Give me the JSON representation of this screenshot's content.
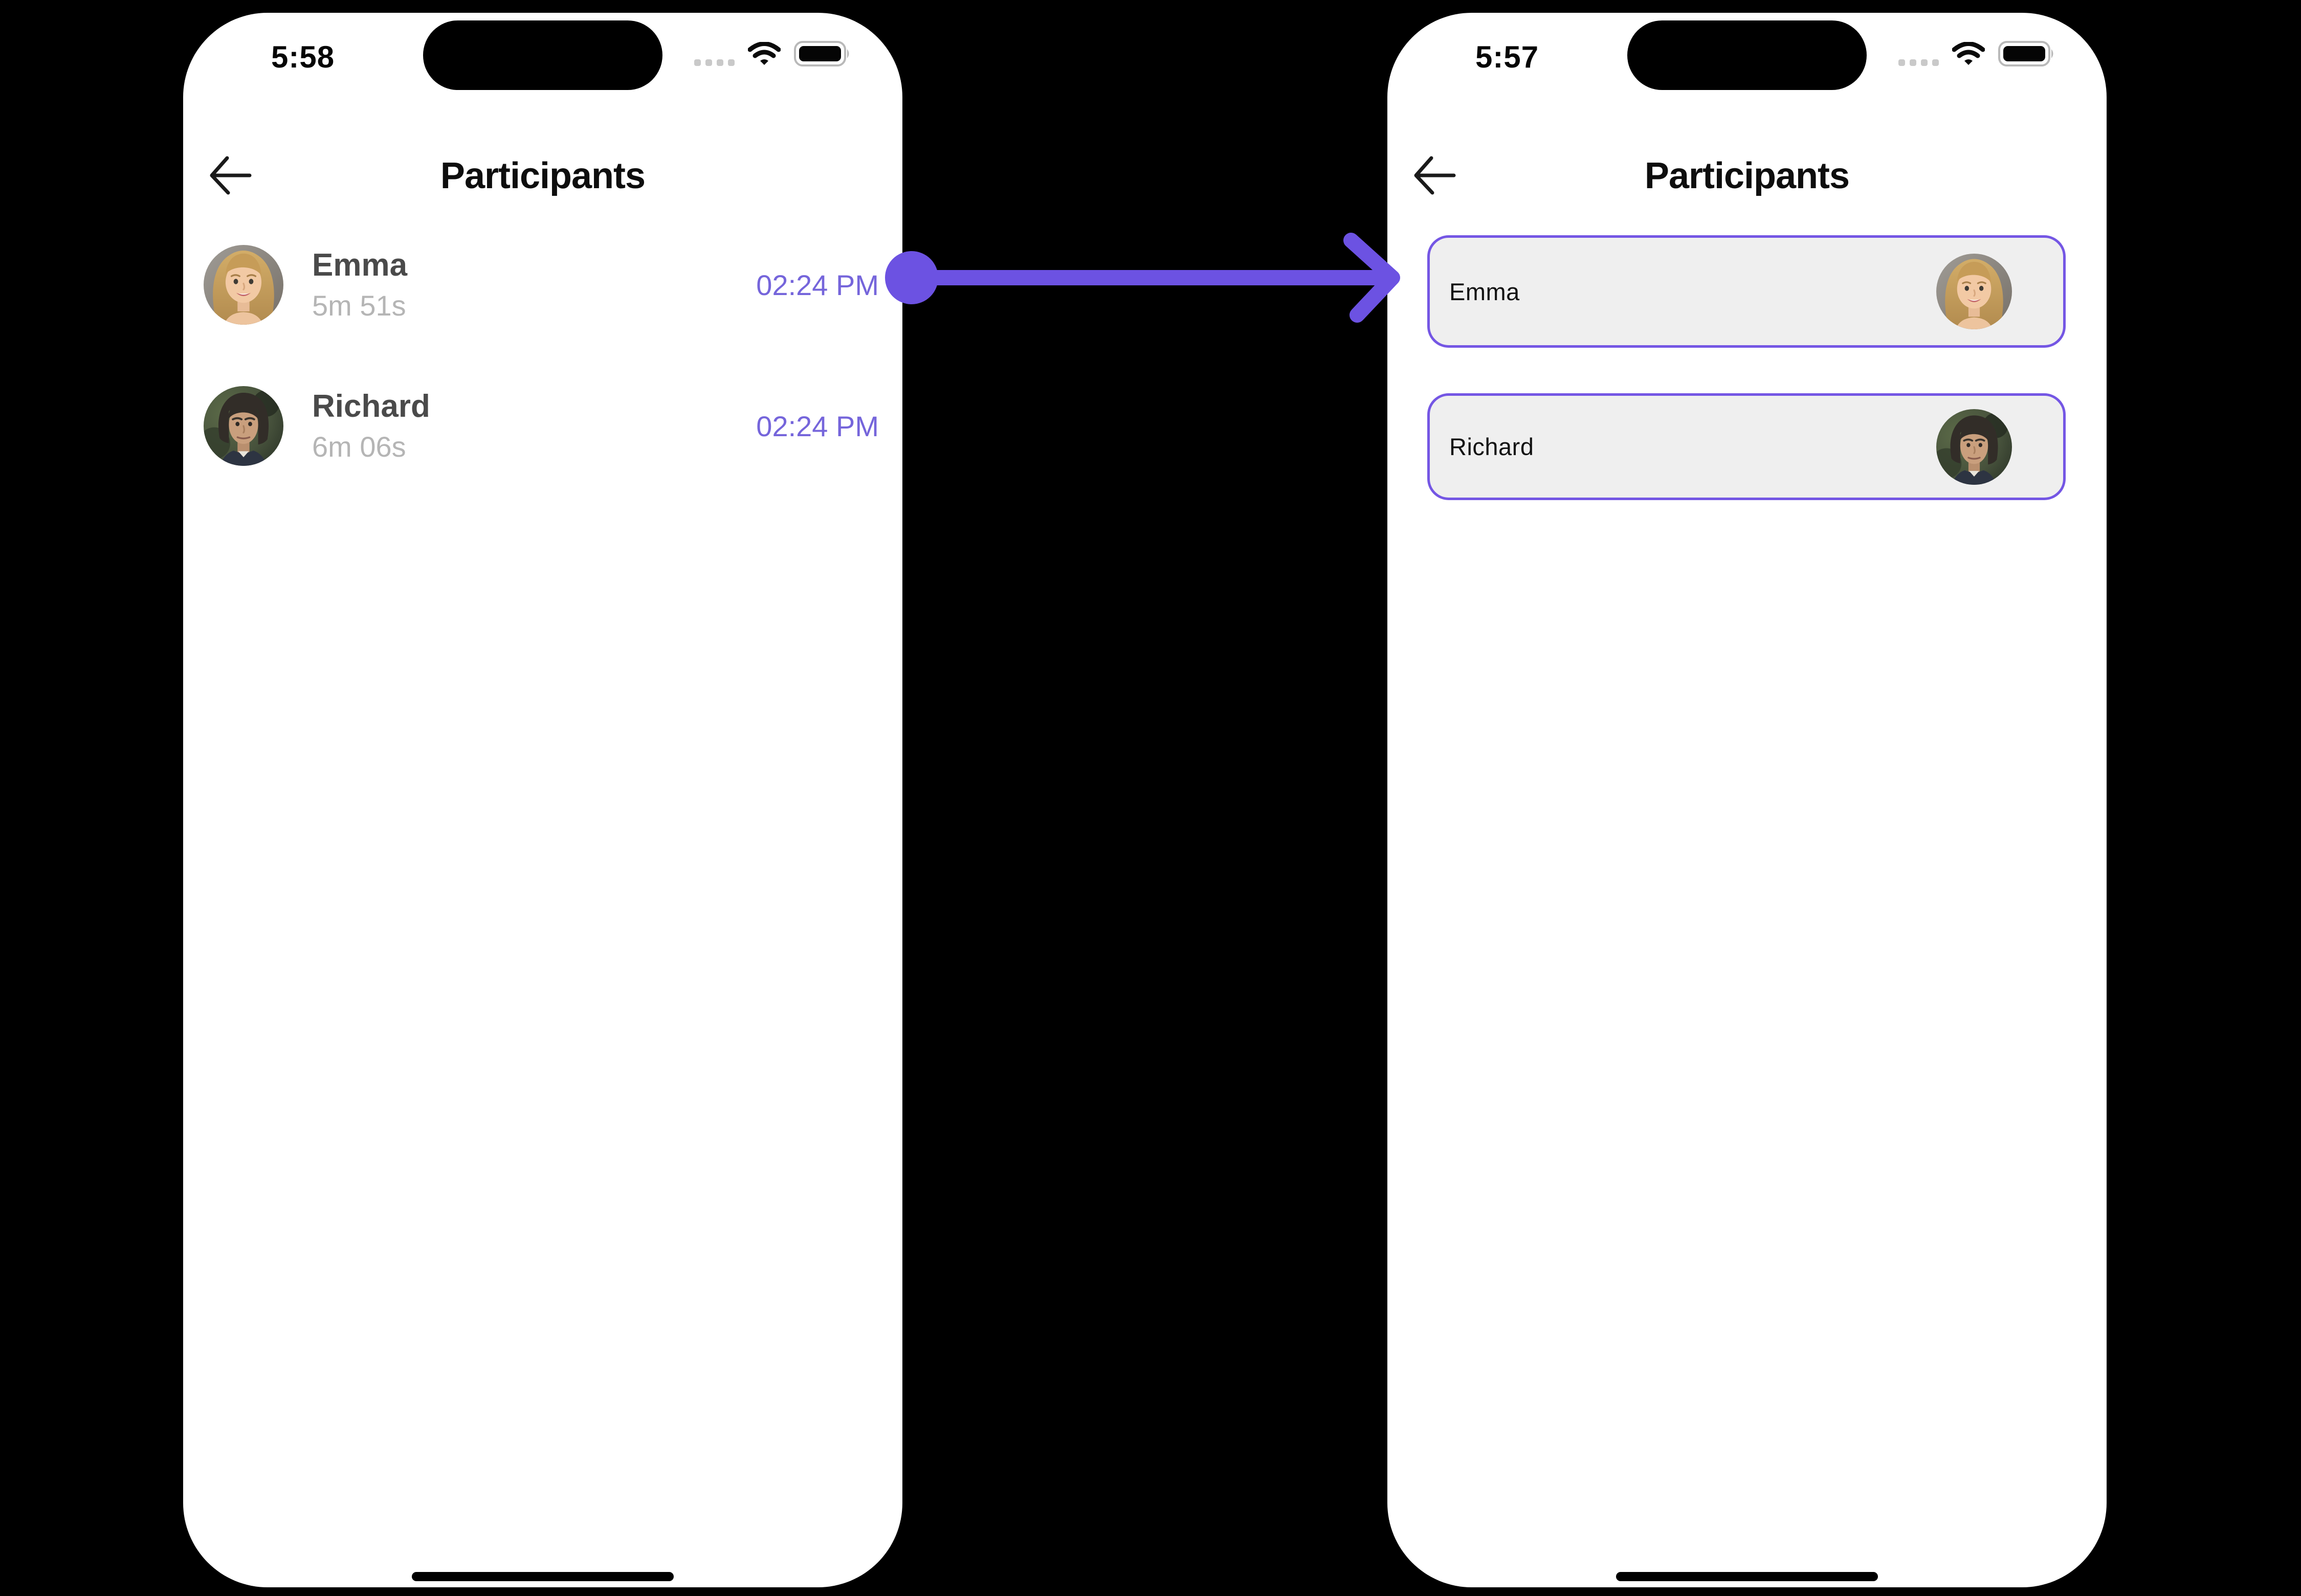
{
  "left_phone": {
    "status_bar": {
      "time": "5:58",
      "cellular_icon": "cellular-signal-dots-icon",
      "wifi_icon": "wifi-icon",
      "battery_icon": "battery-full-icon"
    },
    "header": {
      "title": "Participants",
      "back_icon": "arrow-left-icon"
    },
    "participants": [
      {
        "name": "Emma",
        "call_duration": "5m 51s",
        "joined_time": "02:24 PM",
        "avatar": "emma-avatar"
      },
      {
        "name": "Richard",
        "call_duration": "6m 06s",
        "joined_time": "02:24 PM",
        "avatar": "richard-avatar"
      }
    ]
  },
  "right_phone": {
    "status_bar": {
      "time": "5:57",
      "cellular_icon": "cellular-signal-dots-icon",
      "wifi_icon": "wifi-icon",
      "battery_icon": "battery-full-icon"
    },
    "header": {
      "title": "Participants",
      "back_icon": "arrow-left-icon"
    },
    "participant_cards": [
      {
        "name": "Emma",
        "avatar": "emma-avatar"
      },
      {
        "name": "Richard",
        "avatar": "richard-avatar"
      }
    ]
  },
  "annotation": {
    "arrow_direction": "left-screen-to-right-screen"
  },
  "colors": {
    "page_background": "#000000",
    "phone_background": "#FFFFFF",
    "accent_purple_arrow": "#6C52E2",
    "card_border_purple": "#7456E4",
    "time_text_purple": "#7565DB",
    "card_background": "#EFEFEF",
    "name_gray": "#4A4A4A",
    "duration_gray": "#B5B5B5",
    "status_dot_gray": "#C9C9C9"
  }
}
